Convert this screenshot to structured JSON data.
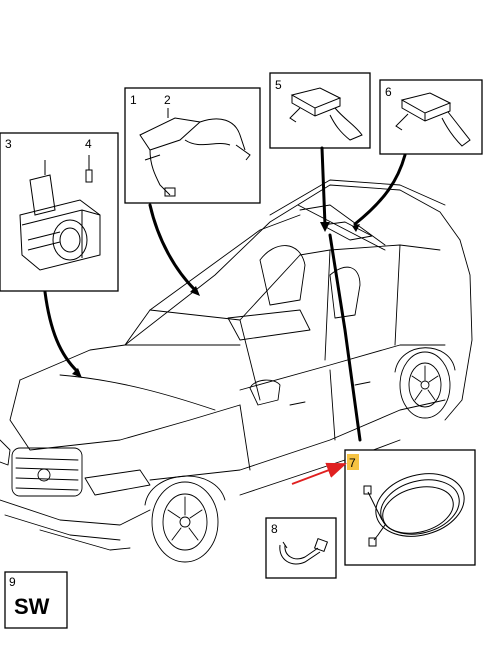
{
  "callouts": {
    "c1": "1",
    "c2": "2",
    "c3": "3",
    "c4": "4",
    "c5": "5",
    "c6": "6",
    "c7": "7",
    "c8": "8",
    "c9": "9"
  },
  "sw_label": "SW",
  "colors": {
    "line": "#000000",
    "highlight": "#f6c343",
    "pointer_arrow": "#e02020"
  }
}
